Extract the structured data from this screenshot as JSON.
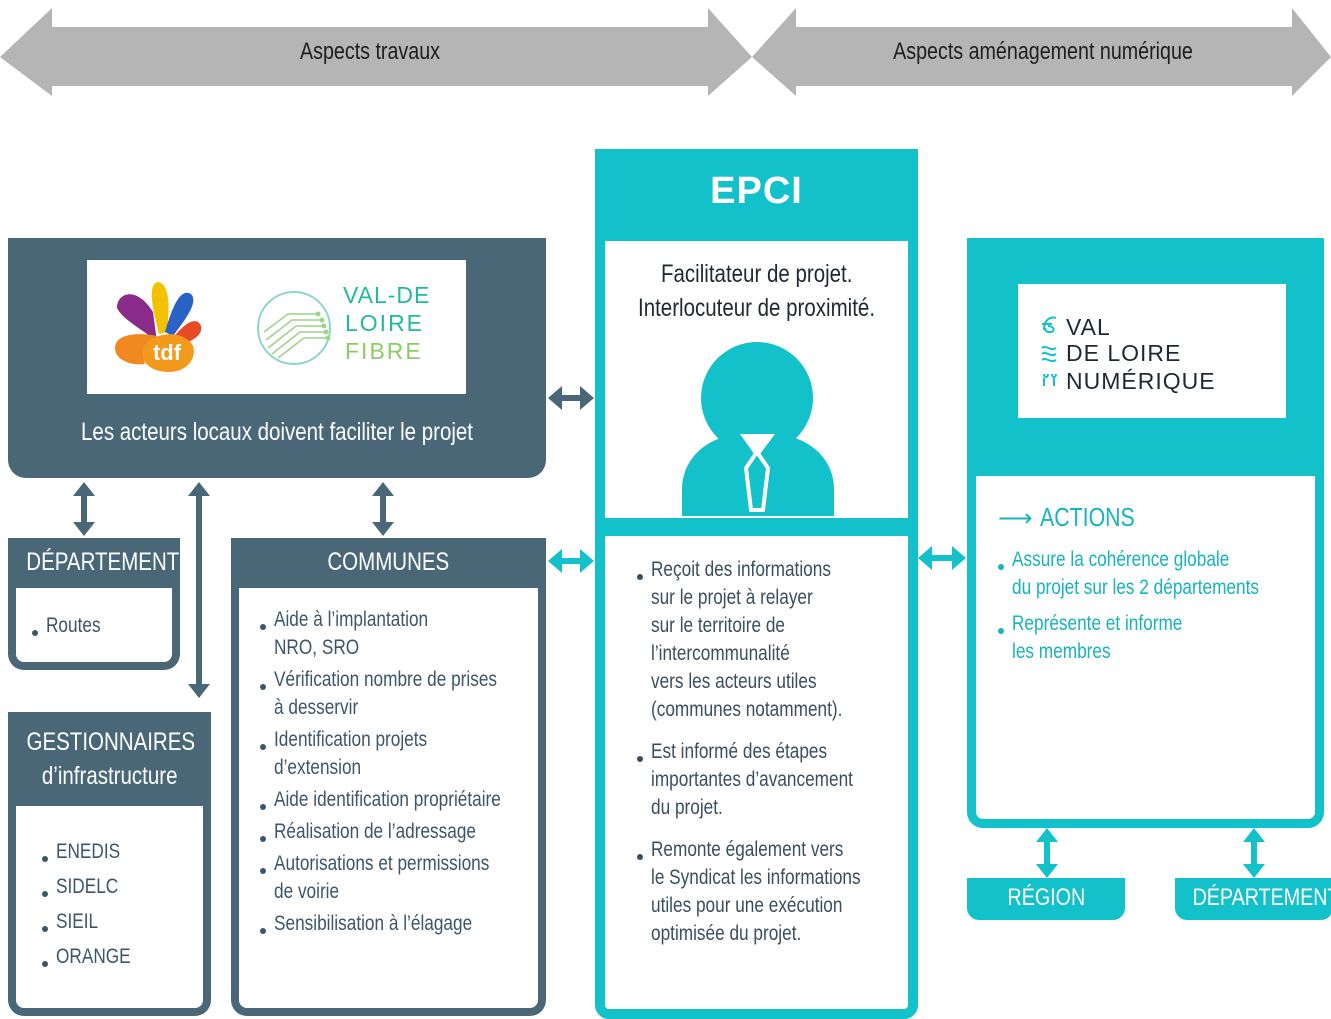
{
  "banner": {
    "left_label": "Aspects travaux",
    "right_label": "Aspects aménagement numérique"
  },
  "colors": {
    "slate": "#4a6778",
    "teal": "#12c1c9",
    "arrow_grey": "#b5b5b5"
  },
  "local_actors": {
    "caption": "Les acteurs locaux doivent faciliter le projet",
    "logo_tdf_text": "tdf",
    "logo_vdlf_lines": [
      "VAL-DE",
      "LOIRE",
      "FIBRE"
    ]
  },
  "departements_left": {
    "title": "DÉPARTEMENTS",
    "items": [
      "Routes"
    ]
  },
  "gestionnaires": {
    "title_line1": "GESTIONNAIRES",
    "title_line2": "d’infrastructure",
    "items": [
      "ENEDIS",
      "SIDELC",
      "SIEIL",
      "ORANGE"
    ]
  },
  "communes": {
    "title": "COMMUNES",
    "items": [
      "Aide à l’implantation\nNRO, SRO",
      "Vérification nombre de prises\nà desservir",
      "Identification projets\nd’extension",
      "Aide identification propriétaire",
      "Réalisation de l’adressage",
      "Autorisations et permissions\nde voirie",
      "Sensibilisation à l’élagage"
    ]
  },
  "epci": {
    "title": "EPCI",
    "subtitle_line1": "Facilitateur de projet.",
    "subtitle_line2": "Interlocuteur de proximité.",
    "icon": "person-icon",
    "items": [
      "Reçoit des informations\nsur le projet à relayer\nsur le territoire de\nl’intercommunalité\nvers les acteurs utiles\n(communes notamment).",
      "Est informé des étapes\nimportantes d’avancement\ndu projet.",
      "Remonte également vers\nle Syndicat les informations\nutiles pour une exécution\noptimisée du projet."
    ]
  },
  "vdln": {
    "logo_lines": [
      "VAL",
      "DE LOIRE",
      "NUMÉRIQUE"
    ],
    "actions_label": "ACTIONS",
    "items": [
      "Assure la cohérence globale\ndu projet sur les 2 départements",
      "Représente et informe\nles membres"
    ]
  },
  "bottom_right": {
    "region": "RÉGION",
    "departements": "DÉPARTEMENTS"
  }
}
